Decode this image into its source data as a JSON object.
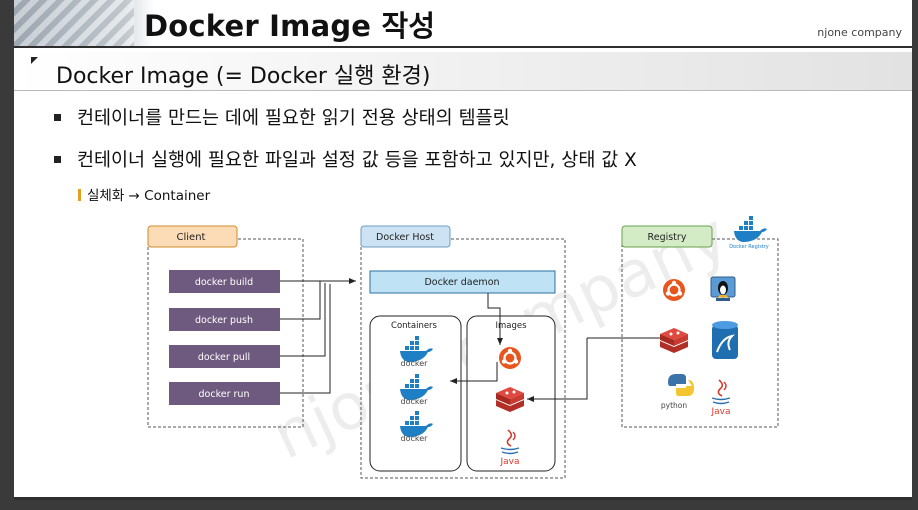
{
  "slide": {
    "title": "Docker Image 작성",
    "brand": "njone company",
    "subtitle": "Docker Image (= Docker 실행 환경)",
    "bullets": [
      "컨테이너를 만드는 데에 필요한 읽기 전용 상태의 템플릿",
      "컨테이너 실행에 필요한 파일과 설정 값 등을 포함하고 있지만, 상태 값 X"
    ],
    "sub_item": "실체화 → Container",
    "watermark": "njone company"
  },
  "diagram": {
    "client_label": "Client",
    "host_label": "Docker Host",
    "registry_label": "Registry",
    "registry_logo_text": "Docker Registry",
    "commands": [
      "docker build",
      "docker push",
      "docker pull",
      "docker run"
    ],
    "daemon_label": "Docker daemon",
    "containers_label": "Containers",
    "images_label": "Images",
    "docker_text": "docker",
    "python_text": "python",
    "java_text": "Java",
    "colors": {
      "client_header": "#fcdcb6",
      "host_header": "#cde3f3",
      "registry_header": "#d4ecc5",
      "command_box": "#6e5a7e",
      "daemon_box": "#bfe3f5",
      "docker_blue": "#1e7fc4",
      "ubuntu_orange": "#e8561e",
      "redis_red": "#c93a31",
      "mysql_blue": "#1f6fb0",
      "java_red": "#d73a2c"
    },
    "icons": [
      "docker-whale-icon",
      "ubuntu-icon",
      "redis-icon",
      "linux-tux-icon",
      "mysql-icon",
      "python-icon",
      "java-icon"
    ]
  }
}
